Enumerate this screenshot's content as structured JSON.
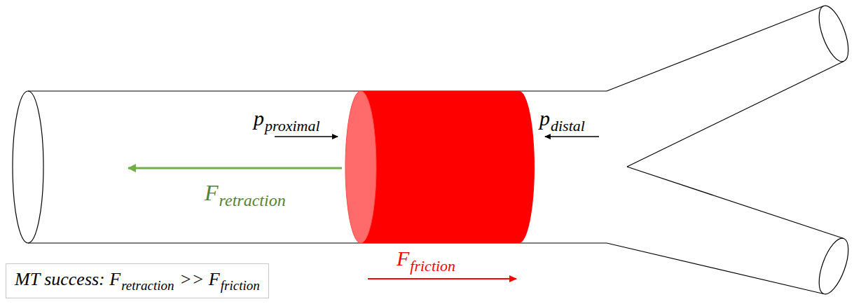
{
  "diagram": {
    "nodes": [
      {
        "text": [
          "MT success: F",
          "retraction",
          ">> F",
          "friction"
        ]
      }
    ],
    "labels": [
      "p",
      "proximal",
      "p",
      "distal",
      "F",
      "retraction",
      "F",
      "friction"
    ]
  }
}
